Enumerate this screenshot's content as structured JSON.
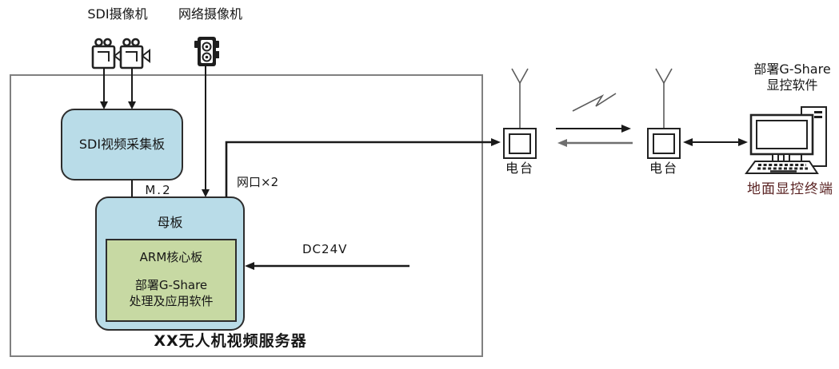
{
  "colors": {
    "box_blue": "#b9dce8",
    "box_green": "#c7d9a3",
    "outer_border": "#808080",
    "ink": "#1a1a1a",
    "line_gray": "#6f6f6f",
    "terminal_ink": "#5a2323"
  },
  "cameras": {
    "sdi_label": "SDI摄像机",
    "network_label": "网络摄像机"
  },
  "server": {
    "capture_board": "SDI视频采集板",
    "m2": "M.2",
    "motherboard": "母板",
    "arm_board": "ARM核心板",
    "arm_sw_line1": "部署G-Share",
    "arm_sw_line2": "处理及应用软件",
    "eth_ports": "网口×2",
    "power": "DC24V",
    "title": "XX无人机视频服务器"
  },
  "radios": {
    "airborne_label": "电台",
    "ground_label": "电台"
  },
  "terminal": {
    "software_line1": "部署G-Share",
    "software_line2": "显控软件",
    "name": "地面显控终端"
  }
}
